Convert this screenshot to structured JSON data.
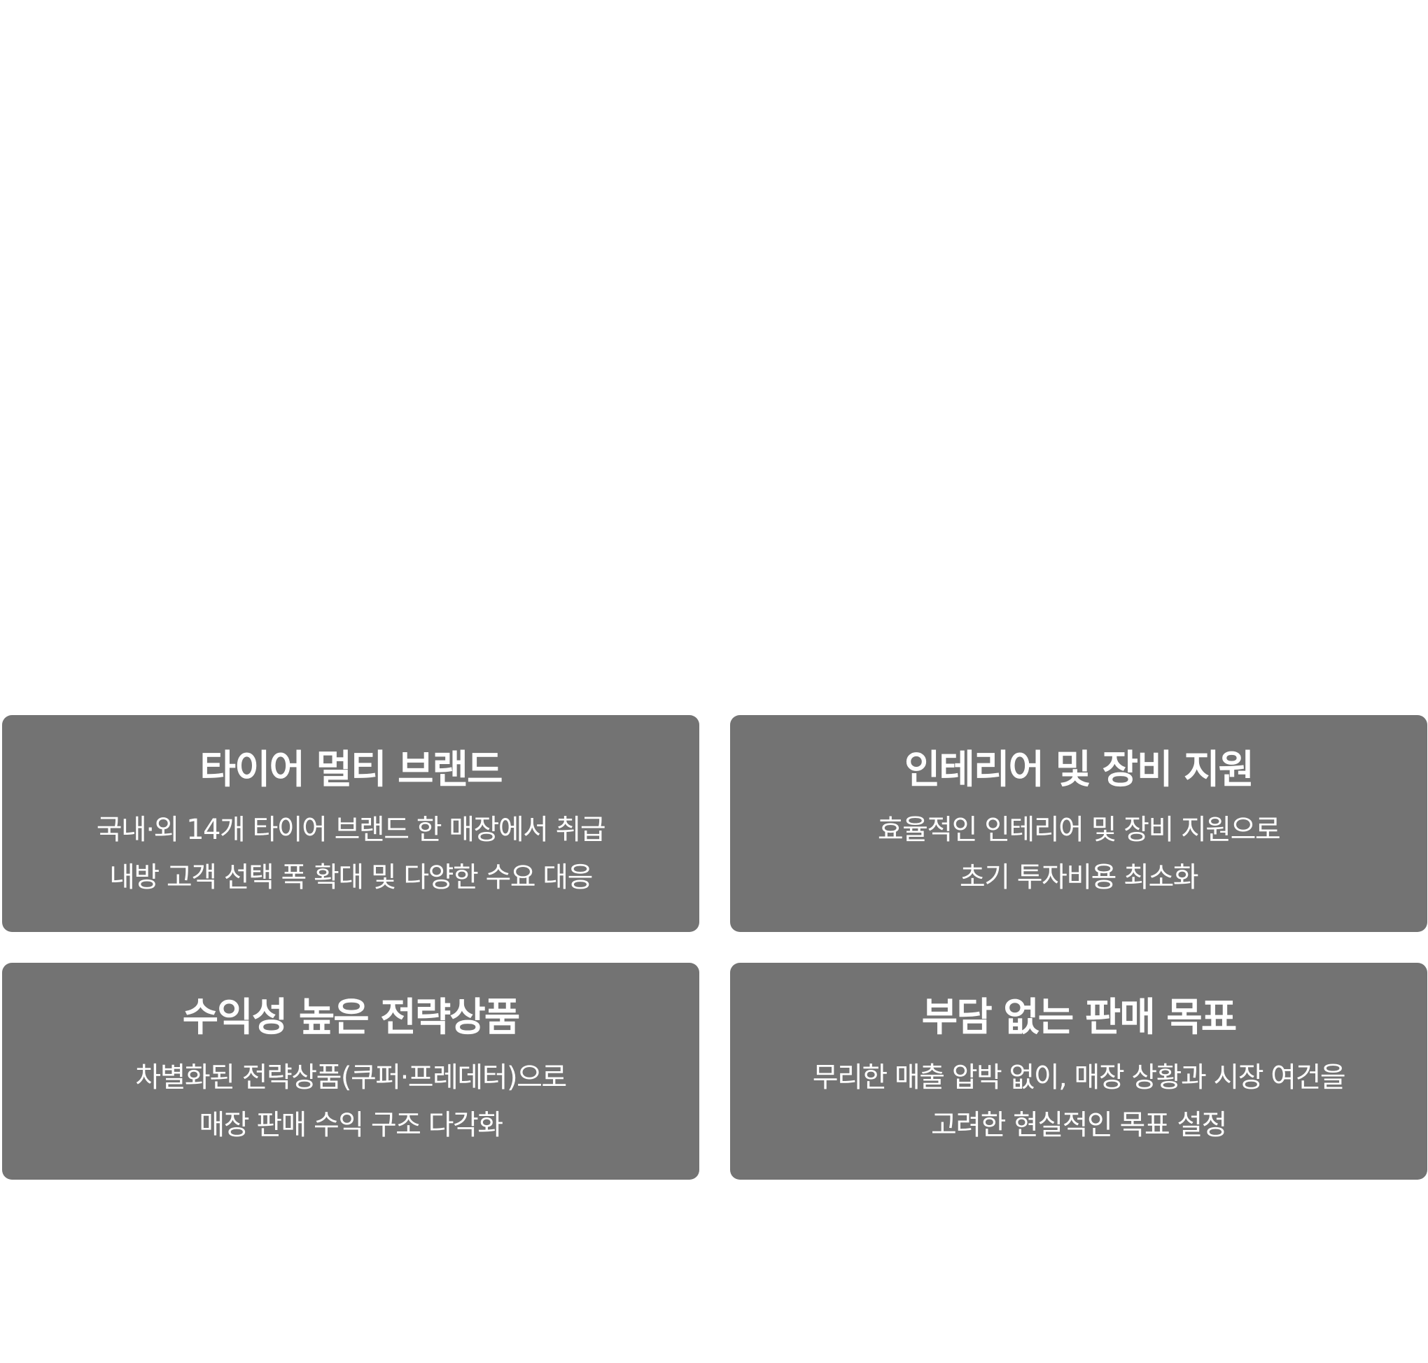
{
  "cards": [
    {
      "title": "타이어 멀티 브랜드",
      "lines": [
        "국내·외 14개 타이어 브랜드 한 매장에서 취급",
        "내방 고객 선택 폭 확대 및 다양한 수요 대응"
      ]
    },
    {
      "title": "인테리어 및 장비 지원",
      "lines": [
        "효율적인 인테리어 및 장비 지원으로",
        "초기 투자비용 최소화"
      ]
    },
    {
      "title": "수익성 높은 전략상품",
      "lines": [
        "차별화된 전략상품(쿠퍼·프레데터)으로",
        "매장 판매 수익 구조 다각화"
      ]
    },
    {
      "title": "부담 없는 판매 목표",
      "lines": [
        "무리한 매출 압박 없이, 매장 상황과 시장 여건을",
        "고려한 현실적인 목표 설정"
      ]
    }
  ],
  "colors": {
    "card_background": "#737373",
    "card_text": "#ffffff",
    "page_background": "#ffffff"
  }
}
